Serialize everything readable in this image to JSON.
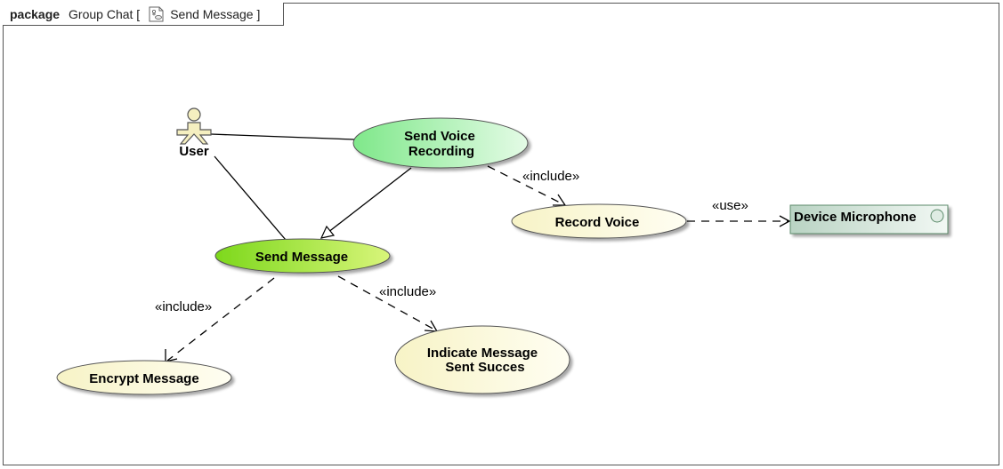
{
  "header": {
    "keyword": "package",
    "package_name": "Group Chat [",
    "diagram_name": "Send Message ]"
  },
  "diagram": {
    "actor": {
      "label": "User"
    },
    "use_cases": {
      "send_voice": {
        "line1": "Send Voice",
        "line2": "Recording"
      },
      "record_voice": {
        "label": "Record Voice"
      },
      "send_message": {
        "label": "Send Message"
      },
      "encrypt_message": {
        "label": "Encrypt Message"
      },
      "indicate_message": {
        "line1": "Indicate Message",
        "line2": "Sent Succes"
      }
    },
    "component": {
      "label": "Device Microphone"
    },
    "stereotypes": {
      "include_record": "«include»",
      "use_mic": "«use»",
      "include_encrypt": "«include»",
      "include_indicate": "«include»"
    }
  },
  "colors": {
    "send_voice_fill": "#9ff0a8",
    "send_message_fill": "#9be22a",
    "plain_fill": "#fdfbd9",
    "component_fill": "#cfe1d6"
  }
}
